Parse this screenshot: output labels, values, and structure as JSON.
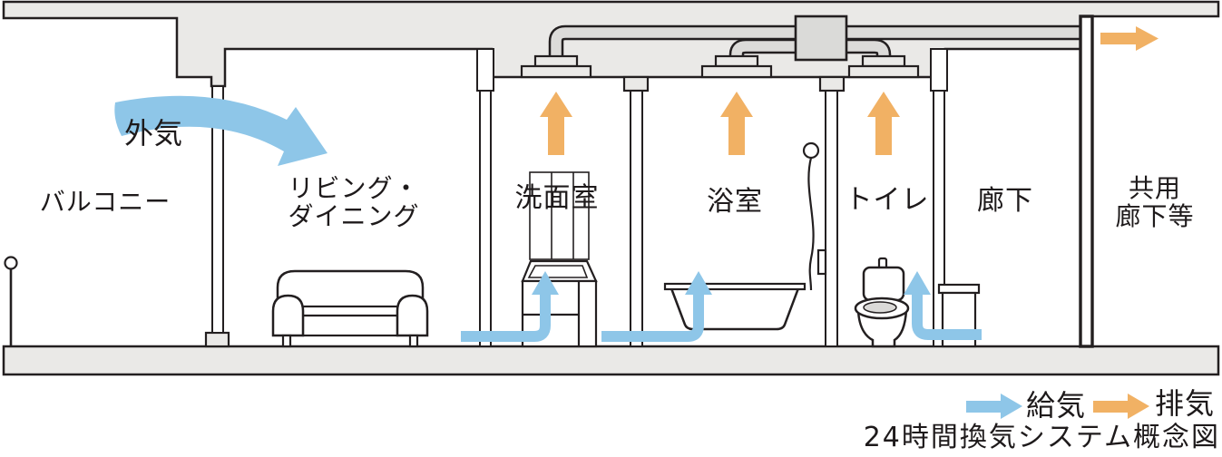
{
  "diagram": {
    "title_caption": "24時間換気システム概念図",
    "outside_air_label": "外気",
    "rooms": [
      {
        "name": "balcony",
        "label": "バルコニー"
      },
      {
        "name": "living-dining",
        "label_lines": [
          "リビング・",
          "ダイニング"
        ]
      },
      {
        "name": "washroom",
        "label": "洗面室"
      },
      {
        "name": "bathroom",
        "label": "浴室"
      },
      {
        "name": "toilet",
        "label": "トイレ"
      },
      {
        "name": "corridor",
        "label": "廊下"
      },
      {
        "name": "common-corridor",
        "label_lines": [
          "共用",
          "廊下等"
        ]
      }
    ],
    "legend": {
      "supply": {
        "label": "給気",
        "color": "#8ec6e8"
      },
      "exhaust": {
        "label": "排気",
        "color": "#f1b164"
      }
    },
    "colors": {
      "line": "#231f20",
      "slab_gray": "#eae9e7",
      "duct_gray": "#dcdbd9",
      "supply_blue": "#8ec6e8",
      "exhaust_orange": "#f1b164"
    }
  }
}
